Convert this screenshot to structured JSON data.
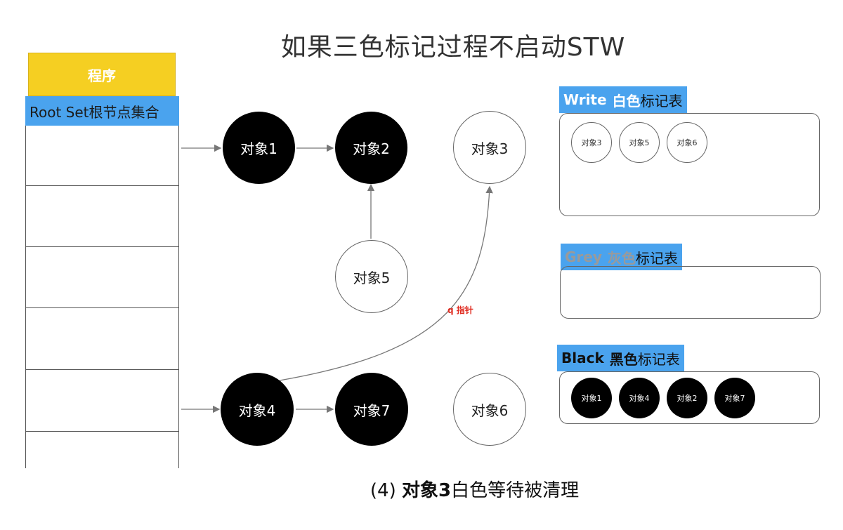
{
  "title": "如果三色标记过程不启动STW",
  "program": {
    "label": "程序"
  },
  "root_set": {
    "label": "Root Set根节点集合"
  },
  "nodes": {
    "obj1": {
      "label": "对象1",
      "color": "black"
    },
    "obj2": {
      "label": "对象2",
      "color": "black"
    },
    "obj3": {
      "label": "对象3",
      "color": "white"
    },
    "obj4": {
      "label": "对象4",
      "color": "black"
    },
    "obj5": {
      "label": "对象5",
      "color": "white"
    },
    "obj6": {
      "label": "对象6",
      "color": "white"
    },
    "obj7": {
      "label": "对象7",
      "color": "black"
    }
  },
  "pointer_label": "q 指针",
  "tables": {
    "white": {
      "en": "Write",
      "zh_color": "白色",
      "zh_mark": "标记表",
      "header_color": "#4aa3ee",
      "en_color": "#ffffff",
      "zh_color_color": "#ffffff",
      "items": [
        "对象3",
        "对象5",
        "对象6"
      ]
    },
    "grey": {
      "en": "Grey",
      "zh_color": "灰色",
      "zh_mark": "标记表",
      "header_color": "#4aa3ee",
      "en_color": "#9a9a9a",
      "zh_color_color": "#9a9a9a",
      "items": []
    },
    "black": {
      "en": "Black",
      "zh_color": "黑色",
      "zh_mark": "标记表",
      "header_color": "#4aa3ee",
      "en_color": "#111111",
      "zh_color_color": "#111111",
      "items": [
        "对象1",
        "对象4",
        "对象2",
        "对象7"
      ]
    }
  },
  "caption": {
    "prefix": "(4) ",
    "bold": "对象3",
    "rest": "白色等待被清理"
  }
}
